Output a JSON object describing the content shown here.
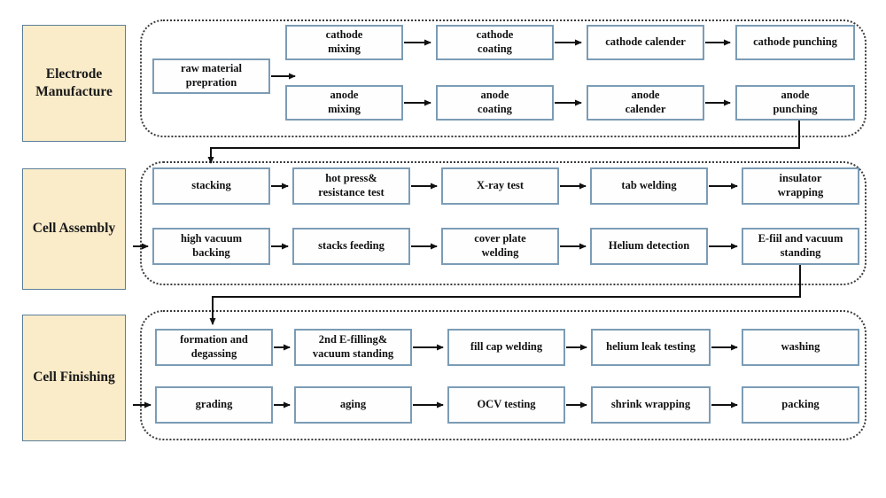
{
  "stages": {
    "electrode": {
      "title": "Electrode Manufacture",
      "raw_material": "raw material\nprepration",
      "cathode_row": [
        "cathode\nmixing",
        "cathode\ncoating",
        "cathode calender",
        "cathode punching"
      ],
      "anode_row": [
        "anode\nmixing",
        "anode\ncoating",
        "anode\ncalender",
        "anode\npunching"
      ]
    },
    "assembly": {
      "title": "Cell Assembly",
      "row1": [
        "stacking",
        "hot press&\nresistance test",
        "X-ray test",
        "tab welding",
        "insulator\nwrapping"
      ],
      "row2": [
        "high vacuum\nbacking",
        "stacks feeding",
        "cover plate\nwelding",
        "Helium detection",
        "E-fiil and vacuum\nstanding"
      ]
    },
    "finishing": {
      "title": "Cell Finishing",
      "row1": [
        "formation and\ndegassing",
        "2nd E-filling&\nvacuum standing",
        "fill cap welding",
        "helium leak testing",
        "washing"
      ],
      "row2": [
        "grading",
        "aging",
        "OCV testing",
        "shrink wrapping",
        "packing"
      ]
    }
  },
  "colors": {
    "stage_fill": "#faecc9",
    "stage_border": "#5b7e99",
    "box_fill": "#fefefe",
    "box_border": "#7c9cb5",
    "arrow": "#111111",
    "container_border": "#3b3b3b"
  }
}
